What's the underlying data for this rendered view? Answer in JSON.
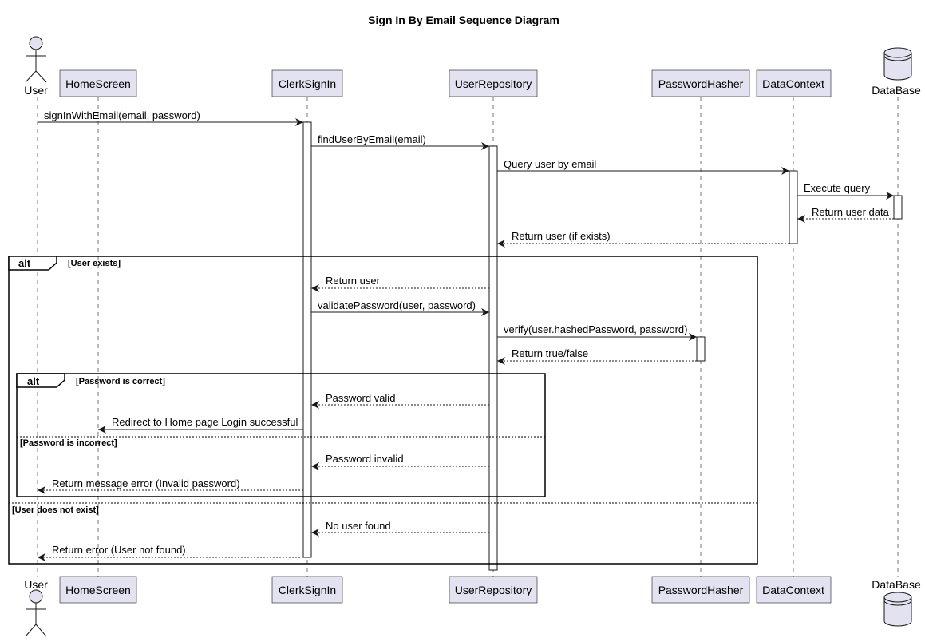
{
  "title": "Sign In By Email Sequence Diagram",
  "participants": [
    {
      "key": "user",
      "label": "User",
      "kind": "actor"
    },
    {
      "key": "home",
      "label": "HomeScreen",
      "kind": "participant"
    },
    {
      "key": "clerk",
      "label": "ClerkSignIn",
      "kind": "participant"
    },
    {
      "key": "repo",
      "label": "UserRepository",
      "kind": "participant"
    },
    {
      "key": "hasher",
      "label": "PasswordHasher",
      "kind": "participant"
    },
    {
      "key": "ctx",
      "label": "DataContext",
      "kind": "participant"
    },
    {
      "key": "db",
      "label": "DataBase",
      "kind": "database"
    }
  ],
  "messages": [
    {
      "from": "user",
      "to": "clerk",
      "text": "signInWithEmail(email, password)",
      "style": "solid"
    },
    {
      "from": "clerk",
      "to": "repo",
      "text": "findUserByEmail(email)",
      "style": "solid"
    },
    {
      "from": "repo",
      "to": "ctx",
      "text": "Query user by email",
      "style": "solid"
    },
    {
      "from": "ctx",
      "to": "db",
      "text": "Execute query",
      "style": "solid"
    },
    {
      "from": "db",
      "to": "ctx",
      "text": "Return user data",
      "style": "dashed"
    },
    {
      "from": "ctx",
      "to": "repo",
      "text": "Return user (if exists)",
      "style": "dashed"
    },
    {
      "from": "repo",
      "to": "clerk",
      "text": "Return user",
      "style": "dashed"
    },
    {
      "from": "clerk",
      "to": "repo",
      "text": "validatePassword(user, password)",
      "style": "solid"
    },
    {
      "from": "repo",
      "to": "hasher",
      "text": "verify(user.hashedPassword, password)",
      "style": "solid"
    },
    {
      "from": "hasher",
      "to": "repo",
      "text": "Return true/false",
      "style": "dashed"
    },
    {
      "from": "repo",
      "to": "clerk",
      "text": "Password valid",
      "style": "dashed"
    },
    {
      "from": "clerk",
      "to": "home",
      "text": "Redirect to Home page Login successful",
      "style": "solid"
    },
    {
      "from": "repo",
      "to": "clerk",
      "text": "Password invalid",
      "style": "dashed"
    },
    {
      "from": "clerk",
      "to": "user",
      "text": "Return message error (Invalid password)",
      "style": "dashed"
    },
    {
      "from": "repo",
      "to": "clerk",
      "text": "No user found",
      "style": "dashed"
    },
    {
      "from": "clerk",
      "to": "user",
      "text": "Return error (User not found)",
      "style": "dashed"
    }
  ],
  "fragments": [
    {
      "keyword": "alt",
      "conditions": [
        "[User exists]",
        "[User does not exist]"
      ]
    },
    {
      "keyword": "alt",
      "conditions": [
        "[Password is correct]",
        "[Password is incorrect]"
      ]
    }
  ]
}
